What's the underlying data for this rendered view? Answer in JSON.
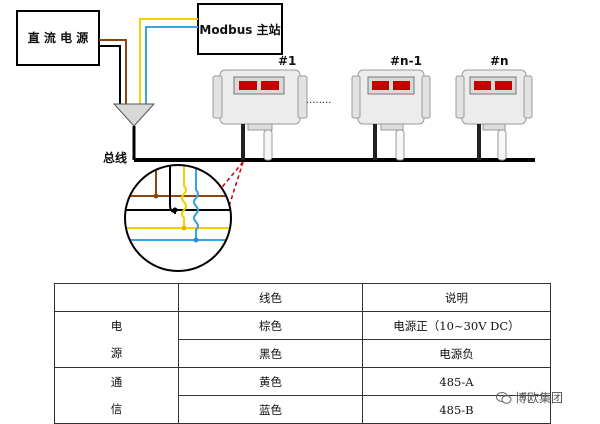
{
  "diagram": {
    "power_box_label": "直 流 电 源",
    "master_box_label": "Modbus 主站",
    "bus_label": "总线",
    "ellipsis": "········",
    "nodes": [
      {
        "label": "#1"
      },
      {
        "label": "#n-1"
      },
      {
        "label": "#n"
      }
    ],
    "colors": {
      "brown": "#8b4513",
      "black": "#000000",
      "yellow": "#f5d000",
      "blue": "#3aa3e8",
      "callout_red": "#cc0000"
    }
  },
  "table": {
    "headers": [
      "",
      "线色",
      "说明"
    ],
    "groups": [
      {
        "group_chars": [
          "电",
          "源"
        ],
        "rows": [
          {
            "color": "棕色",
            "desc": "电源正（10~30V DC）"
          },
          {
            "color": "黑色",
            "desc": "电源负"
          }
        ]
      },
      {
        "group_chars": [
          "通",
          "信"
        ],
        "rows": [
          {
            "color": "黄色",
            "desc": "485-A"
          },
          {
            "color": "蓝色",
            "desc": "485-B"
          }
        ]
      }
    ]
  },
  "watermark": {
    "text": "博欧集团",
    "icon": "wechat-icon"
  }
}
